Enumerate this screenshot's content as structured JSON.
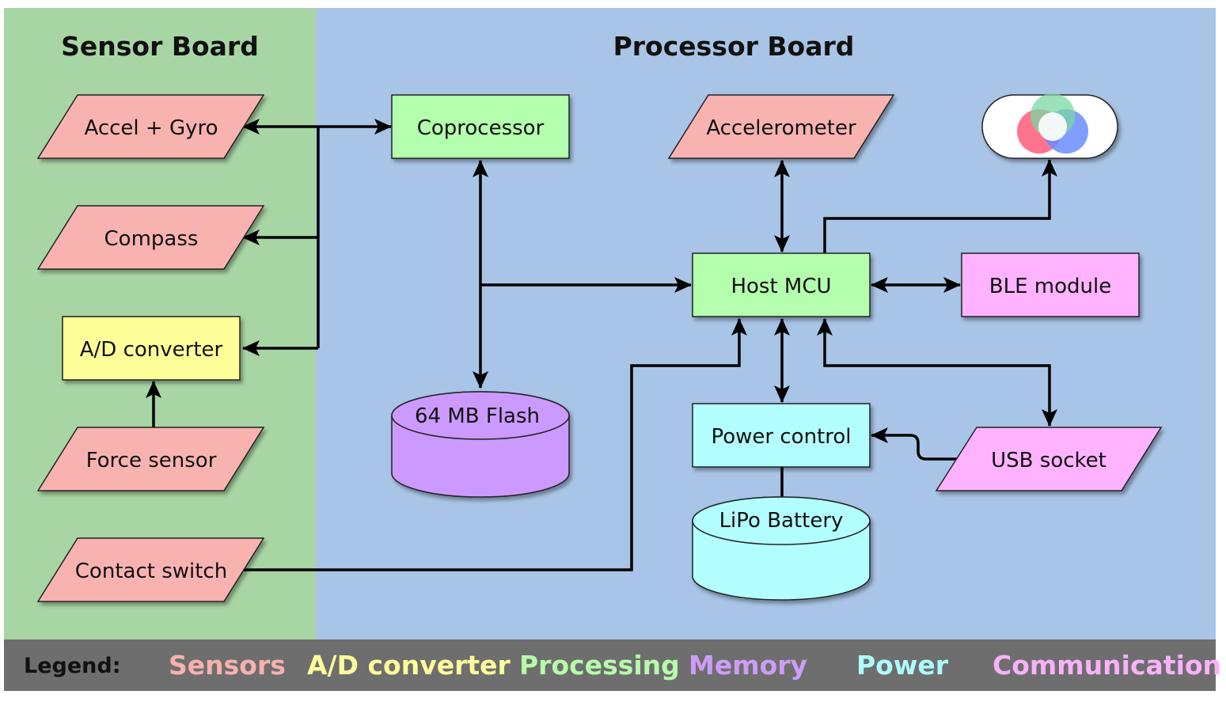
{
  "panels": {
    "sensor_board": {
      "title": "Sensor Board",
      "color": "#a8d5a4"
    },
    "processor_board": {
      "title": "Processor Board",
      "color": "#a8c4e6"
    }
  },
  "nodes": {
    "accel_gyro": {
      "label": "Accel + Gyro",
      "category": "sensors"
    },
    "compass": {
      "label": "Compass",
      "category": "sensors"
    },
    "ad_converter": {
      "label": "A/D converter",
      "category": "ad_converter"
    },
    "force_sensor": {
      "label": "Force sensor",
      "category": "sensors"
    },
    "contact_switch": {
      "label": "Contact switch",
      "category": "sensors"
    },
    "coprocessor": {
      "label": "Coprocessor",
      "category": "processing"
    },
    "flash": {
      "label": "64 MB Flash",
      "category": "memory"
    },
    "accelerometer": {
      "label": "Accelerometer",
      "category": "sensors"
    },
    "host_mcu": {
      "label": "Host MCU",
      "category": "processing"
    },
    "ble_module": {
      "label": "BLE module",
      "category": "communication"
    },
    "power_control": {
      "label": "Power control",
      "category": "power"
    },
    "lipo_battery": {
      "label": "LiPo Battery",
      "category": "power"
    },
    "usb_socket": {
      "label": "USB socket",
      "category": "communication"
    }
  },
  "rgb_led": {
    "colors": [
      "#ff5a7a",
      "#7ad8a0",
      "#6a8cff",
      "#ffffff"
    ]
  },
  "legend": {
    "heading": "Legend:",
    "items": [
      {
        "label": "Sensors",
        "color": "#f7b1ae"
      },
      {
        "label": "A/D converter",
        "color": "#fdfc9a"
      },
      {
        "label": "Processing",
        "color": "#b6fbaa"
      },
      {
        "label": "Memory",
        "color": "#cc9df8"
      },
      {
        "label": "Power",
        "color": "#aefbfb"
      },
      {
        "label": "Communication",
        "color": "#f8b2f8"
      }
    ]
  },
  "colors": {
    "sensors": "#f8b3b0",
    "ad_converter": "#ffff99",
    "processing": "#b3ffad",
    "memory": "#cc99ff",
    "power": "#b3ffff",
    "communication": "#ffb3ff",
    "legend_bar": "#6e6e6e"
  }
}
